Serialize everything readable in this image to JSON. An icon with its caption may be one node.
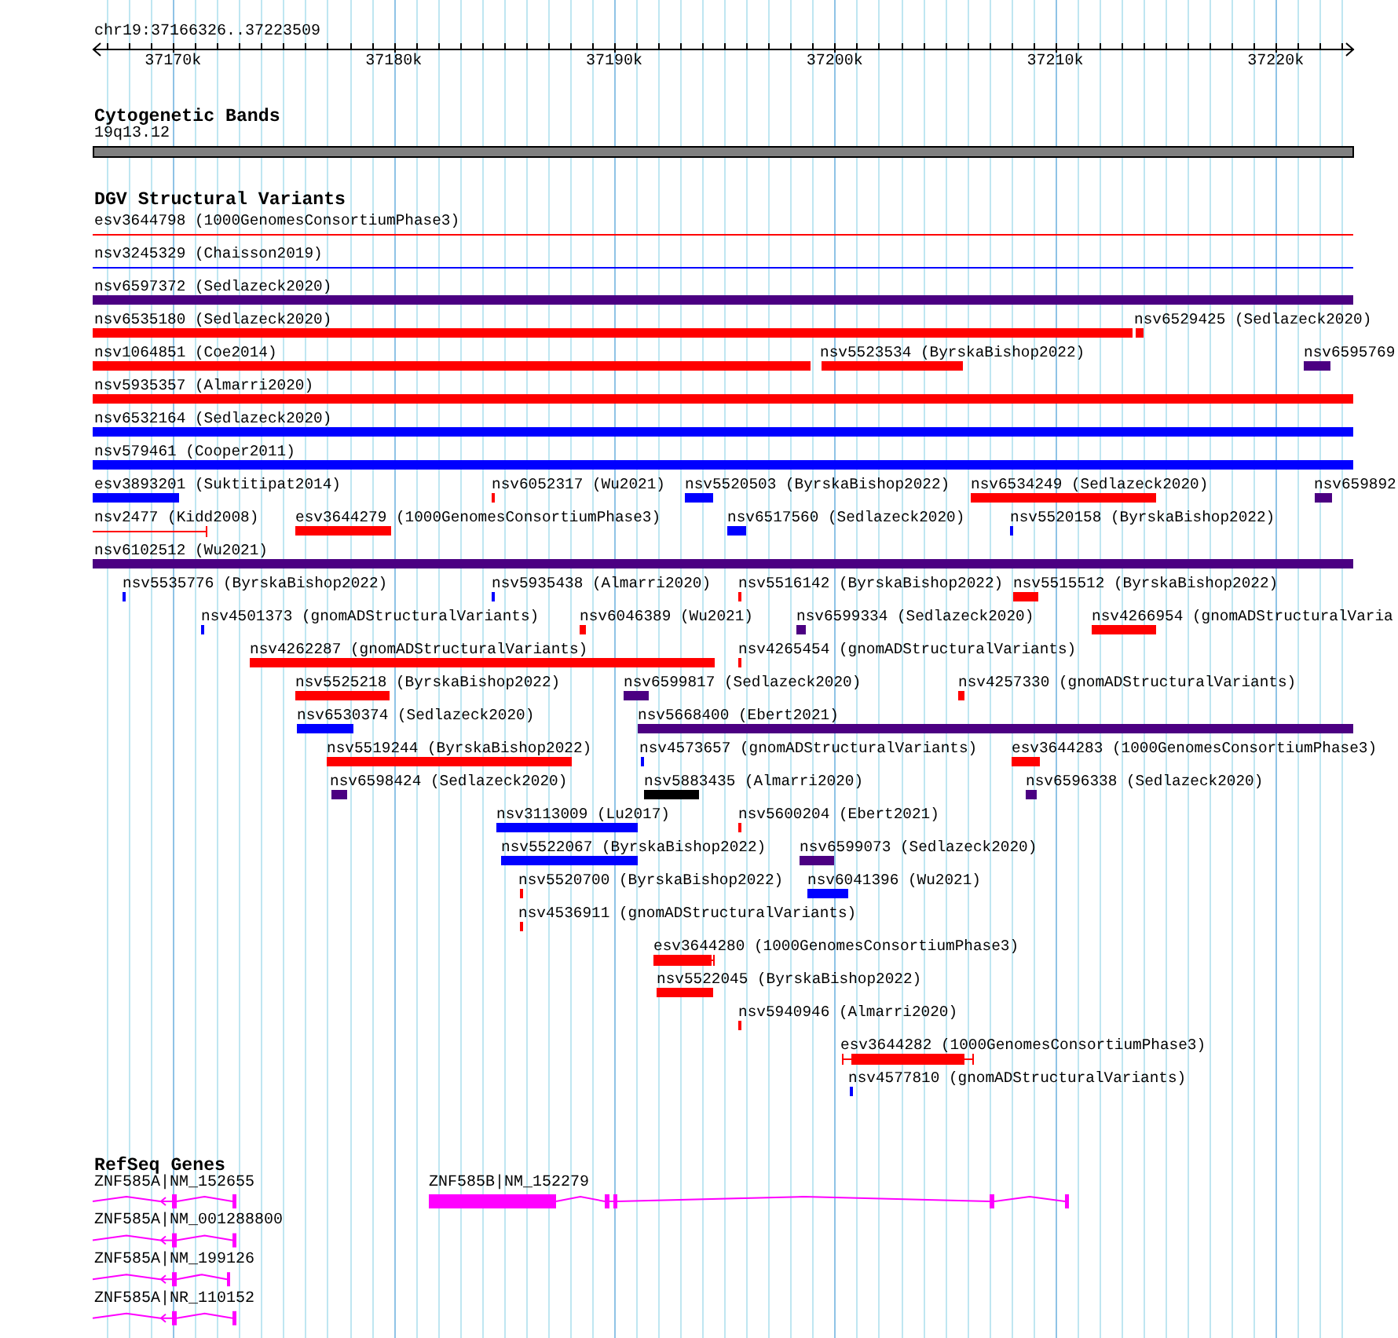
{
  "diagram": {
    "labels": [
      "chr19:37166326..37223509",
      "37170k",
      "37180k",
      "37190k",
      "37200k",
      "37210k",
      "37220k",
      "Cytogenetic Bands",
      "19q13.12",
      "DGV Structural Variants",
      "esv3644798 (1000GenomesConsortiumPhase3)",
      "nsv3245329 (Chaisson2019)",
      "nsv6597372 (Sedlazeck2020)",
      "nsv6535180 (Sedlazeck2020)",
      "nsv6529425 (Sedlazeck2020)",
      "nsv1064851 (Coe2014)",
      "nsv5523534 (ByrskaBishop2022)",
      "nsv6595769",
      "nsv5935357 (Almarri2020)",
      "nsv6532164 (Sedlazeck2020)",
      "nsv579461 (Cooper2011)",
      "esv3893201 (Suktitipat2014)",
      "nsv6052317 (Wu2021)",
      "nsv5520503 (ByrskaBishop2022)",
      "nsv6534249 (Sedlazeck2020)",
      "nsv659892",
      "nsv2477 (Kidd2008)",
      "esv3644279 (1000GenomesConsortiumPhase3)",
      "nsv6517560 (Sedlazeck2020)",
      "nsv5520158 (ByrskaBishop2022)",
      "nsv6102512 (Wu2021)",
      "nsv5535776 (ByrskaBishop2022)",
      "nsv5935438 (Almarri2020)",
      "nsv5516142 (ByrskaBishop2022)",
      "nsv5515512 (ByrskaBishop2022)",
      "nsv4501373 (gnomADStructuralVariants)",
      "nsv6046389 (Wu2021)",
      "nsv6599334 (Sedlazeck2020)",
      "nsv4266954 (gnomADStructuralVaria",
      "nsv4262287 (gnomADStructuralVariants)",
      "nsv4265454 (gnomADStructuralVariants)",
      "nsv5525218 (ByrskaBishop2022)",
      "nsv6599817 (Sedlazeck2020)",
      "nsv4257330 (gnomADStructuralVariants)",
      "nsv6530374 (Sedlazeck2020)",
      "nsv5668400 (Ebert2021)",
      "nsv5519244 (ByrskaBishop2022)",
      "nsv4573657 (gnomADStructuralVariants)",
      "esv3644283 (1000GenomesConsortiumPhase3)",
      "nsv6598424 (Sedlazeck2020)",
      "nsv5883435 (Almarri2020)",
      "nsv6596338 (Sedlazeck2020)",
      "nsv3113009 (Lu2017)",
      "nsv5600204 (Ebert2021)",
      "nsv5522067 (ByrskaBishop2022)",
      "nsv6599073 (Sedlazeck2020)",
      "nsv5520700 (ByrskaBishop2022)",
      "nsv6041396 (Wu2021)",
      "nsv4536911 (gnomADStructuralVariants)",
      "esv3644280 (1000GenomesConsortiumPhase3)",
      "nsv5522045 (ByrskaBishop2022)",
      "nsv5940946 (Almarri2020)",
      "esv3644282 (1000GenomesConsortiumPhase3)",
      "nsv4577810 (gnomADStructuralVariants)",
      "RefSeq Genes",
      "ZNF585A|NM_152655",
      "ZNF585B|NM_152279",
      "ZNF585A|NM_001288800",
      "ZNF585A|NM_199126",
      "ZNF585A|NR_110152"
    ]
  }
}
